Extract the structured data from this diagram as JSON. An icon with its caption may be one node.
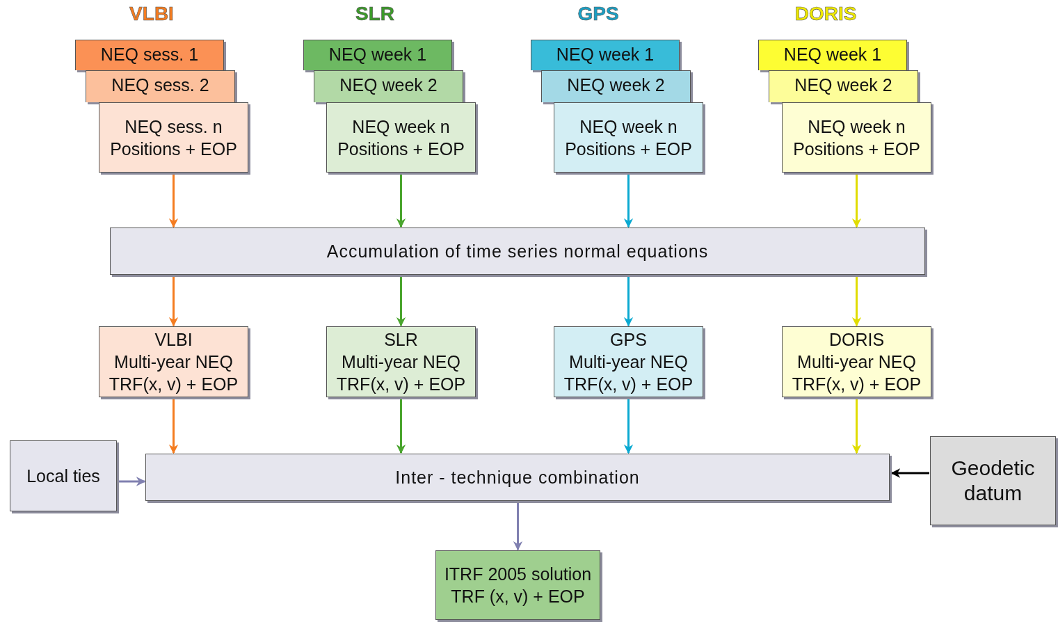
{
  "diagram": {
    "nodes": [
      {
        "text": [
          "NEQ sess. 1"
        ]
      },
      {
        "text": [
          "NEQ sess. 2"
        ]
      },
      {
        "text": [
          "NEQ sess. n Positions + EOP"
        ]
      },
      {
        "text": [
          "NEQ week 1"
        ]
      },
      {
        "text": [
          "NEQ week 2"
        ]
      },
      {
        "text": [
          "NEQ week n Positions + EOP"
        ]
      },
      {
        "text": [
          "NEQ week 1"
        ]
      },
      {
        "text": [
          "NEQ week 2"
        ]
      },
      {
        "text": [
          "NEQ week n Positions + EOP"
        ]
      },
      {
        "text": [
          "NEQ week 1"
        ]
      },
      {
        "text": [
          "NEQ week 2"
        ]
      },
      {
        "text": [
          "NEQ week n Positions + EOP"
        ]
      },
      {
        "text": [
          "Accumulation of time series normal equations"
        ]
      },
      {
        "text": [
          "VLBI",
          "Multi-year NEQ TRF(x, v) + EOP"
        ]
      },
      {
        "text": [
          "SLR",
          "Multi-year NEQ TRF(x, v) + EOP"
        ]
      },
      {
        "text": [
          "GPS",
          "Multi-year NEQ TRF(x, v) + EOP"
        ]
      },
      {
        "text": [
          "DORIS",
          "Multi-year NEQ TRF(x, v) + EOP"
        ]
      },
      {
        "text": [
          "Local ties"
        ]
      },
      {
        "text": [
          "Inter - technique combination"
        ]
      },
      {
        "text": [
          "Geodetic datum"
        ]
      },
      {
        "text": [
          "ITRF 2005 solution TRF (x, v) + EOP"
        ]
      }
    ],
    "edges": [
      {
        "from": 2,
        "to": 12,
        "arrow": "to",
        "color": "#f47c20"
      },
      {
        "from": 5,
        "to": 12,
        "arrow": "to",
        "color": "#4aa52e"
      },
      {
        "from": 8,
        "to": 12,
        "arrow": "to",
        "color": "#0aa9d1"
      },
      {
        "from": 11,
        "to": 12,
        "arrow": "to",
        "color": "#e0dc00"
      },
      {
        "from": 12,
        "to": 13,
        "arrow": "to",
        "color": "#f47c20"
      },
      {
        "from": 12,
        "to": 14,
        "arrow": "to",
        "color": "#4aa52e"
      },
      {
        "from": 12,
        "to": 15,
        "arrow": "to",
        "color": "#0aa9d1"
      },
      {
        "from": 12,
        "to": 16,
        "arrow": "to",
        "color": "#e0dc00"
      },
      {
        "from": 13,
        "to": 18,
        "arrow": "to",
        "color": "#f47c20"
      },
      {
        "from": 14,
        "to": 18,
        "arrow": "to",
        "color": "#4aa52e"
      },
      {
        "from": 15,
        "to": 18,
        "arrow": "to",
        "color": "#0aa9d1"
      },
      {
        "from": 16,
        "to": 18,
        "arrow": "to",
        "color": "#e0dc00"
      },
      {
        "from": 17,
        "to": 18,
        "arrow": "to",
        "color": "#8080b0"
      },
      {
        "from": 19,
        "to": 18,
        "arrow": "to",
        "color": "#000000"
      },
      {
        "from": 18,
        "to": 20,
        "arrow": "to",
        "color": "#8080b0"
      }
    ],
    "labels": [
      "VLBI",
      "SLR",
      "GPS",
      "DORIS"
    ]
  }
}
